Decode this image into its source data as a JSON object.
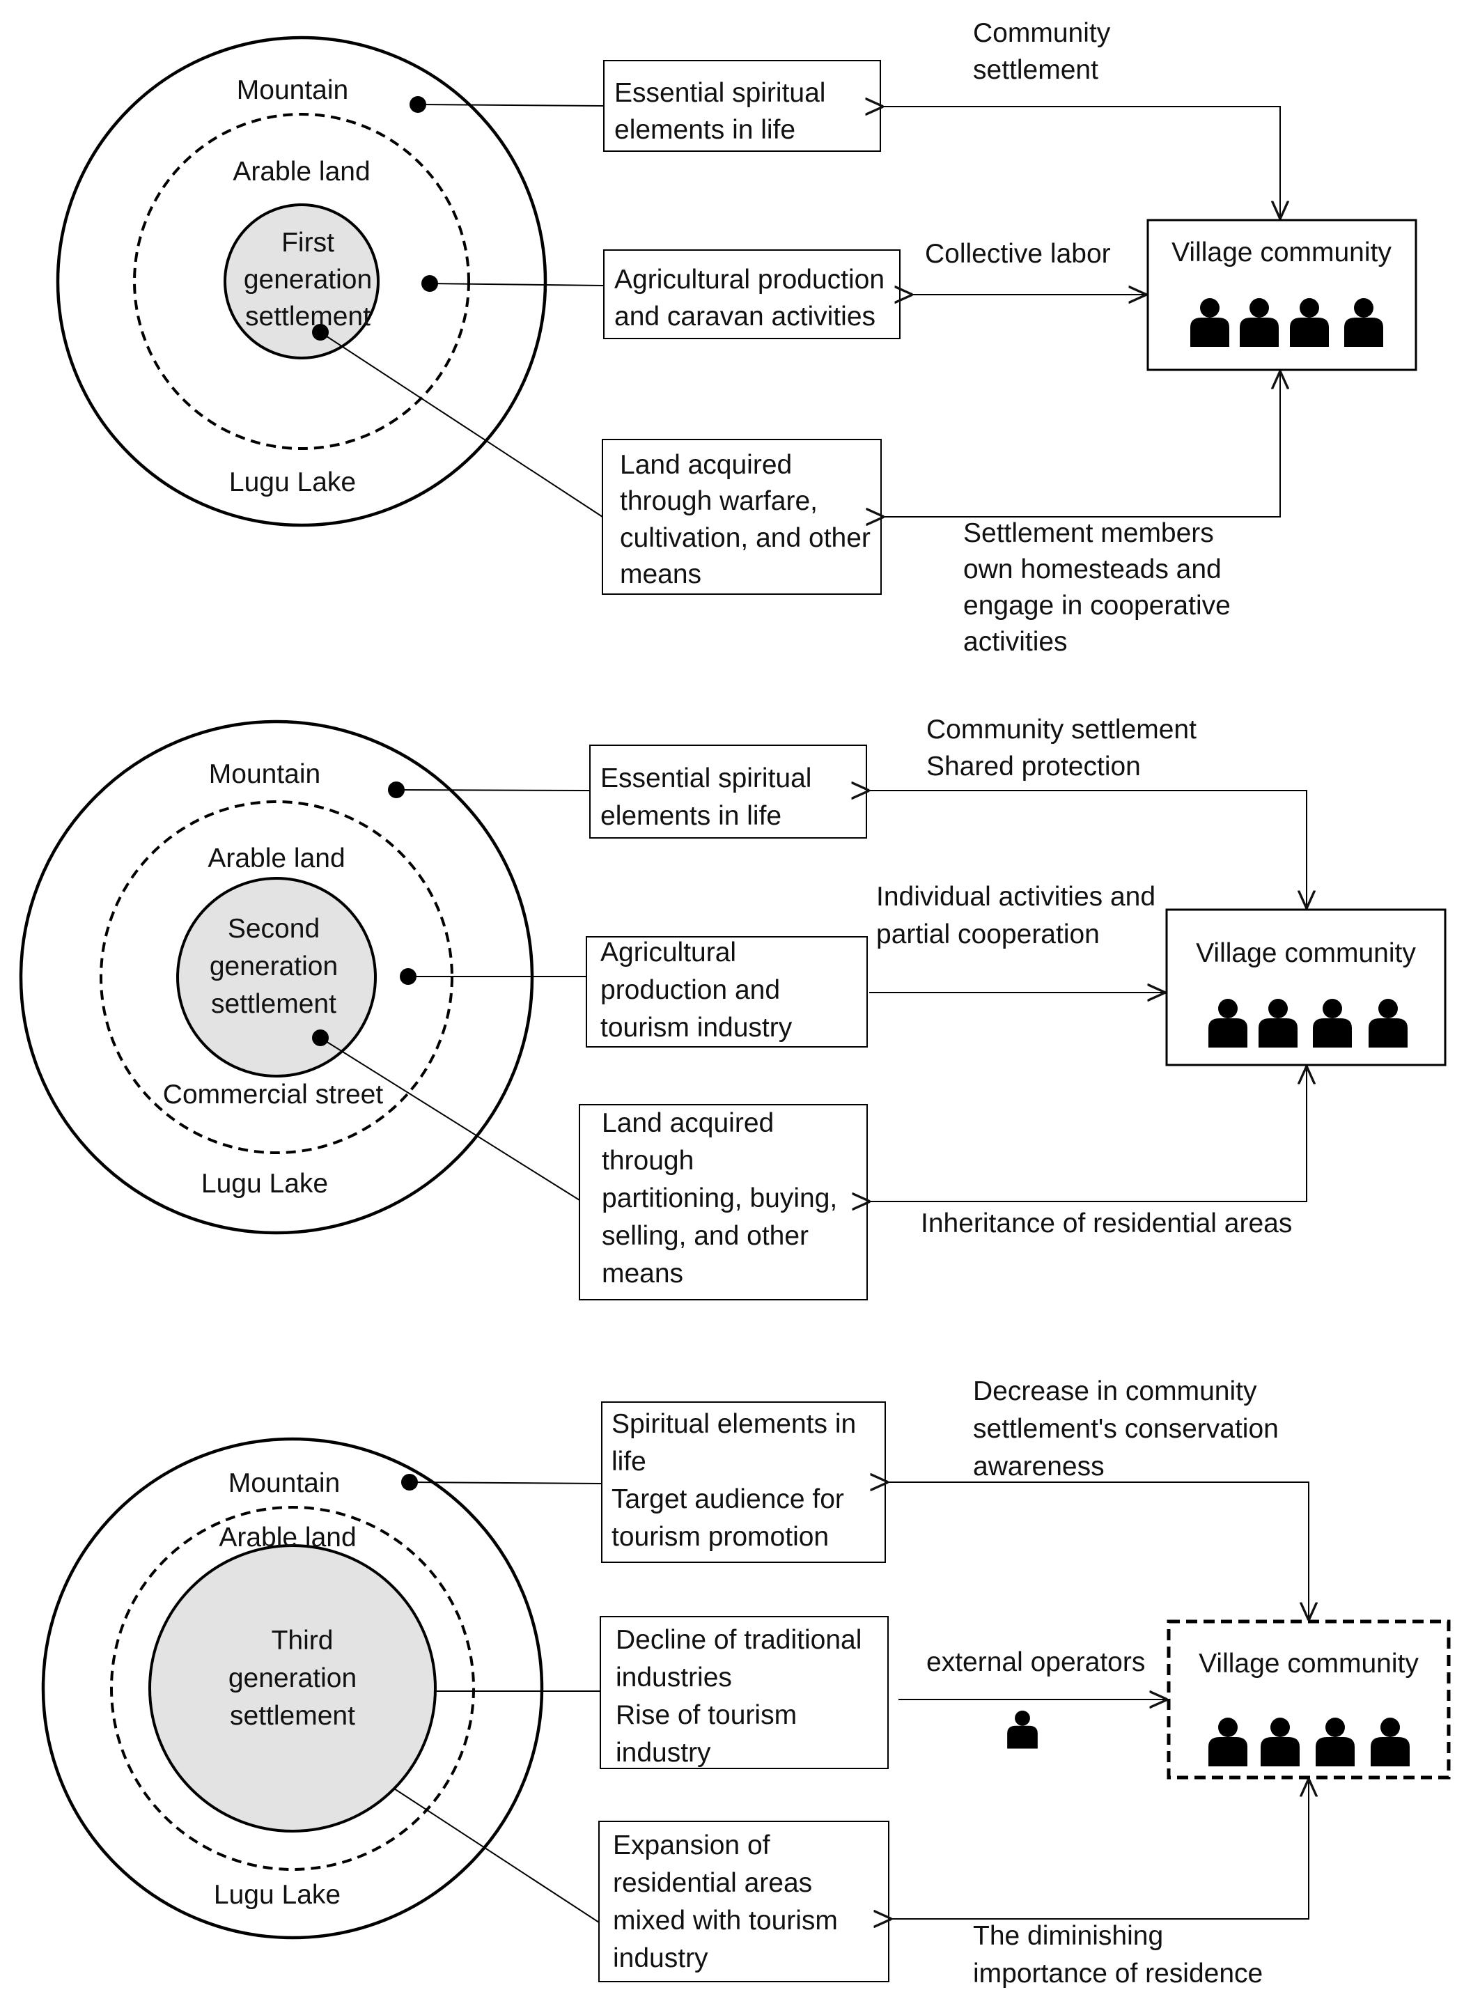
{
  "panels": [
    {
      "rings": {
        "outer": "Mountain",
        "middle": "Arable land",
        "center": [
          "First",
          "generation",
          "settlement"
        ],
        "lake": "Lugu Lake"
      },
      "boxes": {
        "spiritual": [
          "Essential spiritual",
          "elements in life"
        ],
        "production": [
          "Agricultural production",
          "and caravan activities"
        ],
        "land": [
          "Land acquired",
          "through warfare,",
          "cultivation, and other",
          "means"
        ]
      },
      "links": {
        "top": [
          "Community",
          "settlement"
        ],
        "middle": [
          "Collective labor"
        ],
        "bottom": [
          "Settlement members",
          "own homesteads and",
          "engage in cooperative",
          "activities"
        ]
      },
      "community": "Village community"
    },
    {
      "rings": {
        "outer": "Mountain",
        "middle": "Arable land",
        "center": [
          "Second",
          "generation",
          "settlement"
        ],
        "street": "Commercial street",
        "lake": "Lugu Lake"
      },
      "boxes": {
        "spiritual": [
          "Essential spiritual",
          "elements in life"
        ],
        "production": [
          "Agricultural",
          "production and",
          "tourism industry"
        ],
        "land": [
          "Land acquired",
          "through",
          "partitioning, buying,",
          "selling, and other",
          "means"
        ]
      },
      "links": {
        "top": [
          "Community settlement",
          "Shared protection"
        ],
        "middle": [
          "Individual activities and",
          "partial cooperation"
        ],
        "bottom": [
          "Inheritance of residential areas"
        ]
      },
      "community": "Village community"
    },
    {
      "rings": {
        "outer": "Mountain",
        "middle": "Arable land",
        "center": [
          "Third",
          "generation",
          "settlement"
        ],
        "lake": "Lugu Lake"
      },
      "boxes": {
        "spiritual": [
          "Spiritual elements in",
          "life",
          "Target audience for",
          "tourism promotion"
        ],
        "production": [
          "Decline of traditional",
          "industries",
          "Rise of tourism",
          "industry"
        ],
        "land": [
          "Expansion of",
          "residential areas",
          "mixed with tourism",
          "industry"
        ]
      },
      "links": {
        "top": [
          "Decrease in community",
          "settlement's conservation",
          "awareness"
        ],
        "middle": [
          "external operators"
        ],
        "bottom": [
          "The diminishing",
          "importance of residence"
        ]
      },
      "community": "Village community"
    }
  ]
}
